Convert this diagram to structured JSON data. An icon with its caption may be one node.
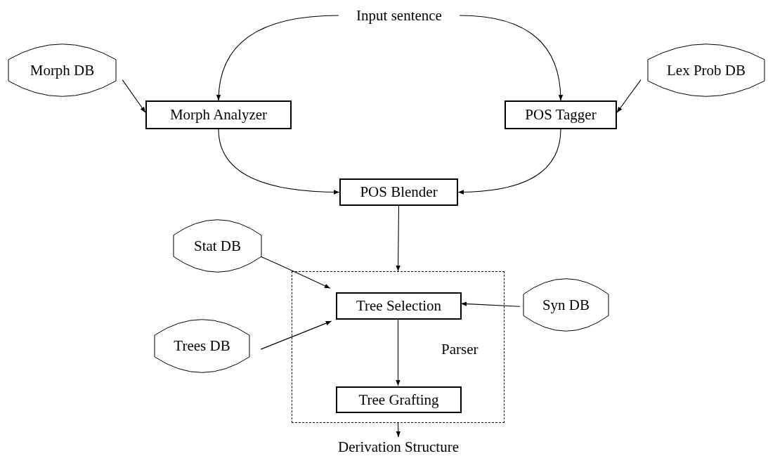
{
  "diagram": {
    "nodes": [
      {
        "text": [
          "Input sentence"
        ]
      },
      {
        "text": [
          "Morph DB"
        ]
      },
      {
        "text": [
          "Lex Prob DB"
        ]
      },
      {
        "text": [
          "Morph Analyzer"
        ]
      },
      {
        "text": [
          "POS Tagger"
        ]
      },
      {
        "text": [
          "POS Blender"
        ]
      },
      {
        "text": [
          "Stat DB"
        ]
      },
      {
        "text": [
          "Parser"
        ]
      },
      {
        "text": [
          "Tree Selection"
        ],
        "in": 7
      },
      {
        "text": [
          "Syn DB"
        ]
      },
      {
        "text": [
          "Trees DB"
        ]
      },
      {
        "text": [
          "Tree Grafting"
        ],
        "in": 7
      },
      {
        "text": [
          "Derivation Structure"
        ]
      }
    ],
    "edges": [
      {
        "from": 0,
        "to": 3,
        "arrow": "to"
      },
      {
        "from": 0,
        "to": 4,
        "arrow": "to"
      },
      {
        "from": 1,
        "to": 3,
        "arrow": "to"
      },
      {
        "from": 2,
        "to": 4,
        "arrow": "to"
      },
      {
        "from": 3,
        "to": 5,
        "arrow": "to"
      },
      {
        "from": 4,
        "to": 5,
        "arrow": "to"
      },
      {
        "from": 5,
        "to": 7,
        "arrow": "to"
      },
      {
        "from": 6,
        "to": 8,
        "arrow": "to"
      },
      {
        "from": 9,
        "to": 8,
        "arrow": "to"
      },
      {
        "from": 10,
        "to": 8,
        "arrow": "to"
      },
      {
        "from": 8,
        "to": 11,
        "arrow": "to"
      },
      {
        "from": 7,
        "to": 12,
        "arrow": "to"
      }
    ]
  }
}
